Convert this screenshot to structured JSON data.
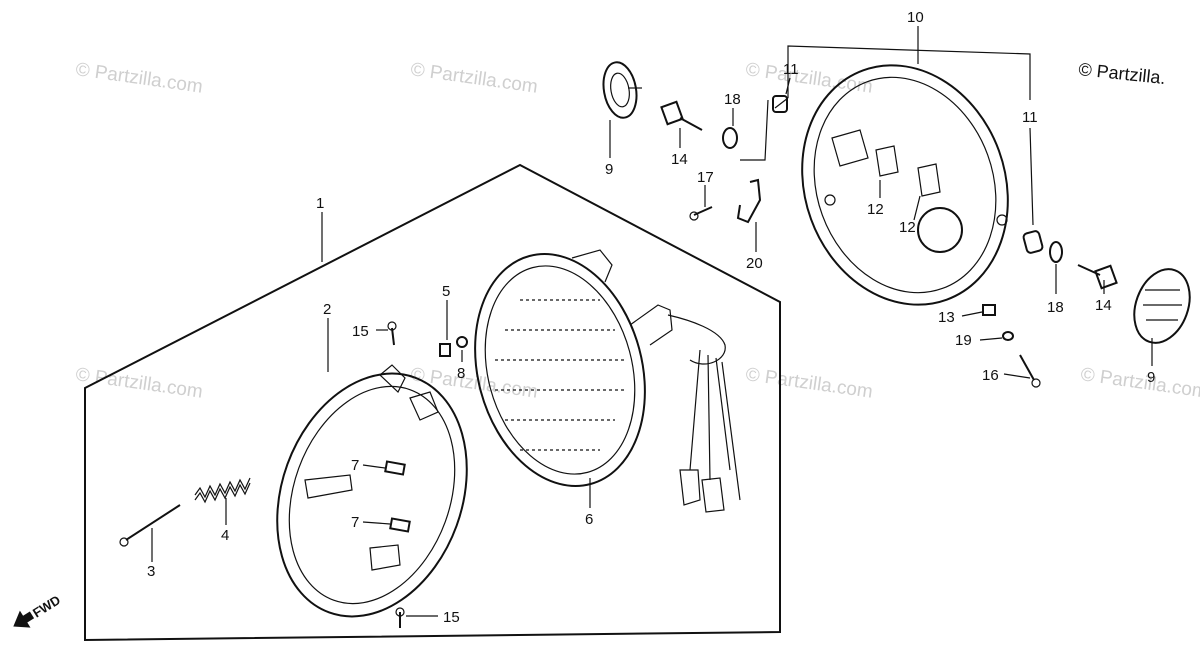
{
  "copyright": "© Partzilla.",
  "watermark": "© Partzilla.com",
  "fwd_label": "FWD",
  "part_labels": {
    "p1": "1",
    "p2": "2",
    "p3": "3",
    "p4": "4",
    "p5": "5",
    "p6": "6",
    "p7a": "7",
    "p7b": "7",
    "p8": "8",
    "p9a": "9",
    "p9b": "9",
    "p10": "10",
    "p11a": "11",
    "p11b": "11",
    "p12a": "12",
    "p12b": "12",
    "p13": "13",
    "p14a": "14",
    "p14b": "14",
    "p15a": "15",
    "p15b": "15",
    "p16": "16",
    "p17": "17",
    "p18a": "18",
    "p18b": "18",
    "p19": "19",
    "p20": "20"
  }
}
